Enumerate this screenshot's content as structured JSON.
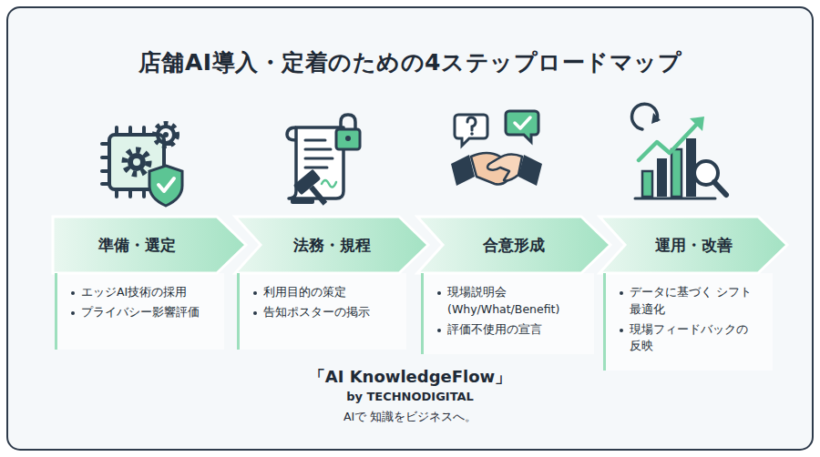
{
  "diagram": {
    "title": "店舗AI導入・定着のための4ステップロードマップ",
    "nodes": [
      {
        "text": [
          "準備・選定"
        ]
      },
      {
        "text": [
          "エッジAI技術の採用",
          "プライバシー影響評価"
        ]
      },
      {
        "text": [
          "法務・規程"
        ]
      },
      {
        "text": [
          "利用目的の策定",
          "告知ポスターの掲示"
        ]
      },
      {
        "text": [
          "合意形成"
        ]
      },
      {
        "text": [
          "現場説明会 (Why/What/Benefit)",
          "評価不使用の宣言"
        ]
      },
      {
        "text": [
          "運用・改善"
        ]
      },
      {
        "text": [
          "データに基づく シフト最適化",
          "現場フィードバックの 反映"
        ]
      }
    ],
    "labels": [
      "「AI KnowledgeFlow」",
      "by TECHNODIGITAL",
      "AIで 知識をビジネスへ。"
    ]
  }
}
